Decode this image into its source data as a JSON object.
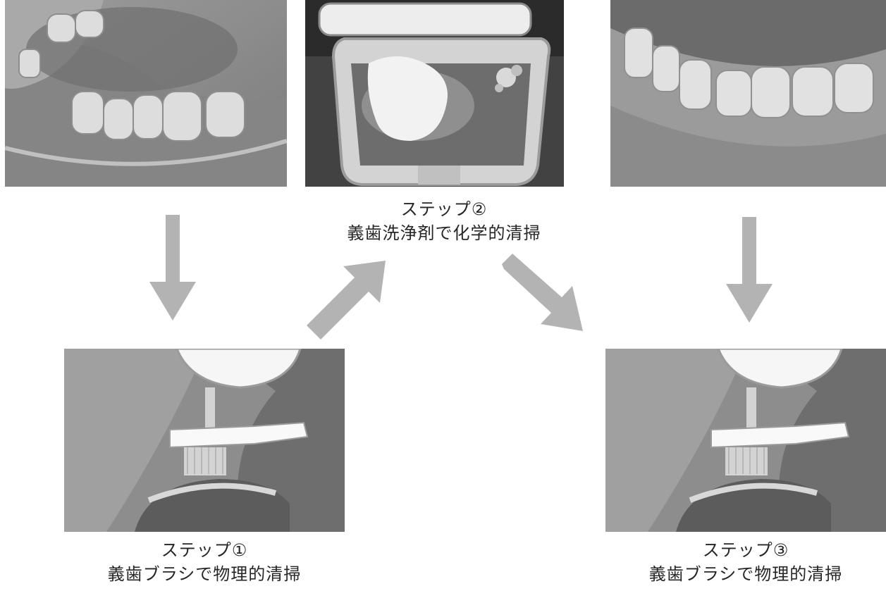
{
  "photos": {
    "top_left": "lower-denture-before",
    "top_center": "denture-soaking-in-cleanser-case",
    "top_right": "lower-denture-after",
    "bottom_left": "denture-brushing-step1",
    "bottom_right": "denture-brushing-step3"
  },
  "steps": [
    {
      "label": "ステップ①",
      "description": "義歯ブラシで物理的清掃"
    },
    {
      "label": "ステップ②",
      "description": "義歯洗浄剤で化学的清掃"
    },
    {
      "label": "ステップ③",
      "description": "義歯ブラシで物理的清掃"
    }
  ],
  "arrows": [
    "arrow-down-icon",
    "arrow-up-right-icon",
    "arrow-down-right-icon",
    "arrow-down-icon"
  ],
  "colors": {
    "arrow": "#b3b3b3",
    "photo_tone": "#8a8a8a"
  }
}
